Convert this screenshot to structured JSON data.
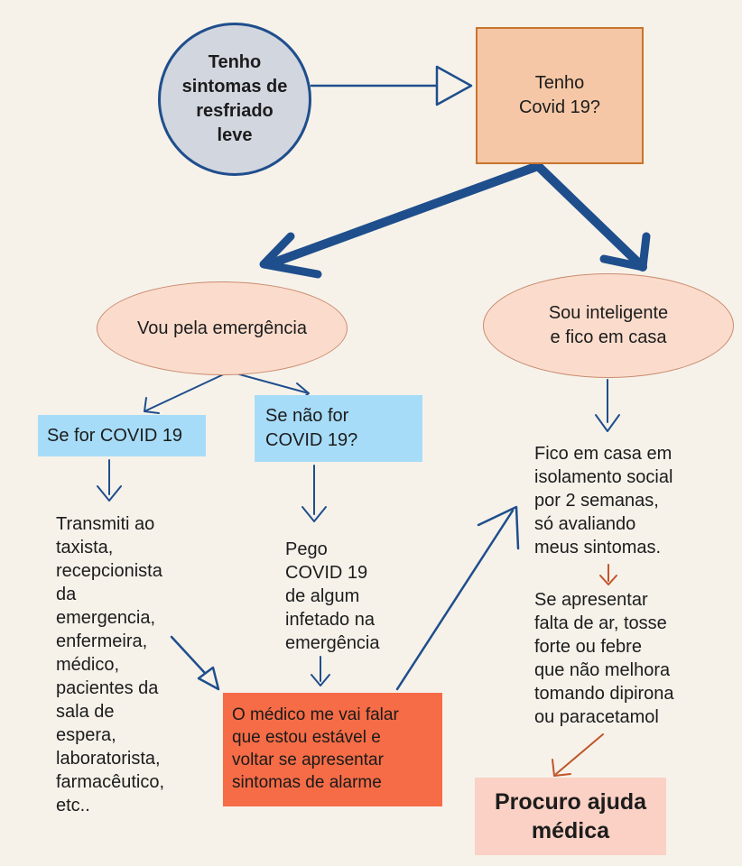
{
  "nodes": {
    "start": "Tenho\nsintomas de\nresfriado\nleve",
    "question": "Tenho\nCovid 19?",
    "emergency": "Vou pela emergência",
    "stay_home": "Sou inteligente\ne fico em casa",
    "if_covid": "Se for COVID 19",
    "if_not_covid": "Se não for\nCOVID 19?",
    "transmitted": "Transmiti ao\ntaxista,\nrecepcionista\nda\nemergencia,\nenfermeira,\nmédico,\npacientes da\nsala de\nespera,\nlaboratorista,\nfarmacêutico,\netc..",
    "got_covid": "Pego\nCOVID 19\nde algum\ninfetado na\nemergência",
    "doctor_says": "O médico me vai falar\nque estou estável e\nvoltar se apresentar\nsintomas de alarme",
    "isolation": "Fico em casa em\nisolamento social\npor 2 semanas,\nsó avaliando\nmeus sintomas.",
    "warning_signs": "Se apresentar\nfalta de ar, tosse\nforte ou febre\nque não melhora\ntomando dipirona\nou paracetamol",
    "seek_help": "Procuro ajuda\nmédica"
  },
  "colors": {
    "navy_arrow": "#1f4e8c",
    "orange_arrow": "#c0552a",
    "question_fill": "#f5c7a6",
    "ellipse_fill": "#fbdccc",
    "blue_box": "#a7dcf8",
    "doctor_box": "#f56c46",
    "help_box": "#fad1c4"
  }
}
